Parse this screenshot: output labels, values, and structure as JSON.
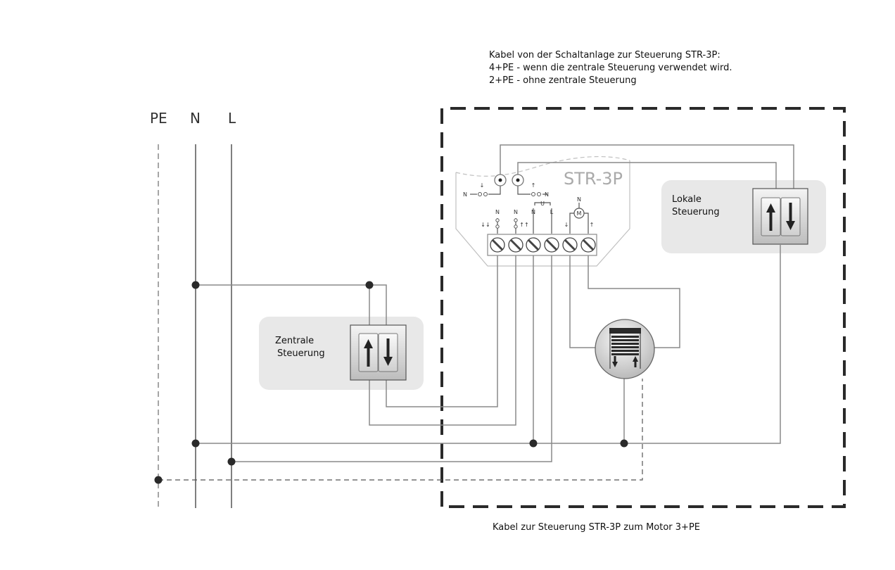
{
  "title_note": {
    "lines": [
      "Kabel von der Schaltanlage zur Steuerung STR-3P:",
      "4+PE - wenn die zentrale Steuerung verwendet wird.",
      "2+PE - ohne zentrale Steuerung"
    ]
  },
  "bottom_note": "Kabel zur Steuerung STR-3P zum Motor 3+PE",
  "bus": {
    "pe": "PE",
    "n": "N",
    "l": "L"
  },
  "module": {
    "name": "STR-3P",
    "terminal_labels": {
      "n_left": "N",
      "n_right": "N",
      "u": "U",
      "n_u": "N",
      "l_u": "L",
      "motor_n": "N",
      "motor": "M"
    }
  },
  "central_control": {
    "label_line1": "Zentrale",
    "label_line2": "Steuerung"
  },
  "local_control": {
    "label_line1": "Lokale",
    "label_line2": "Steuerung"
  },
  "colors": {
    "wire": "#8a8a8a",
    "wire_dark": "#555555",
    "dashed_box": "#2a2a2a",
    "panel_bg": "#e8e8e8",
    "module_outline": "#b8b8b8"
  }
}
